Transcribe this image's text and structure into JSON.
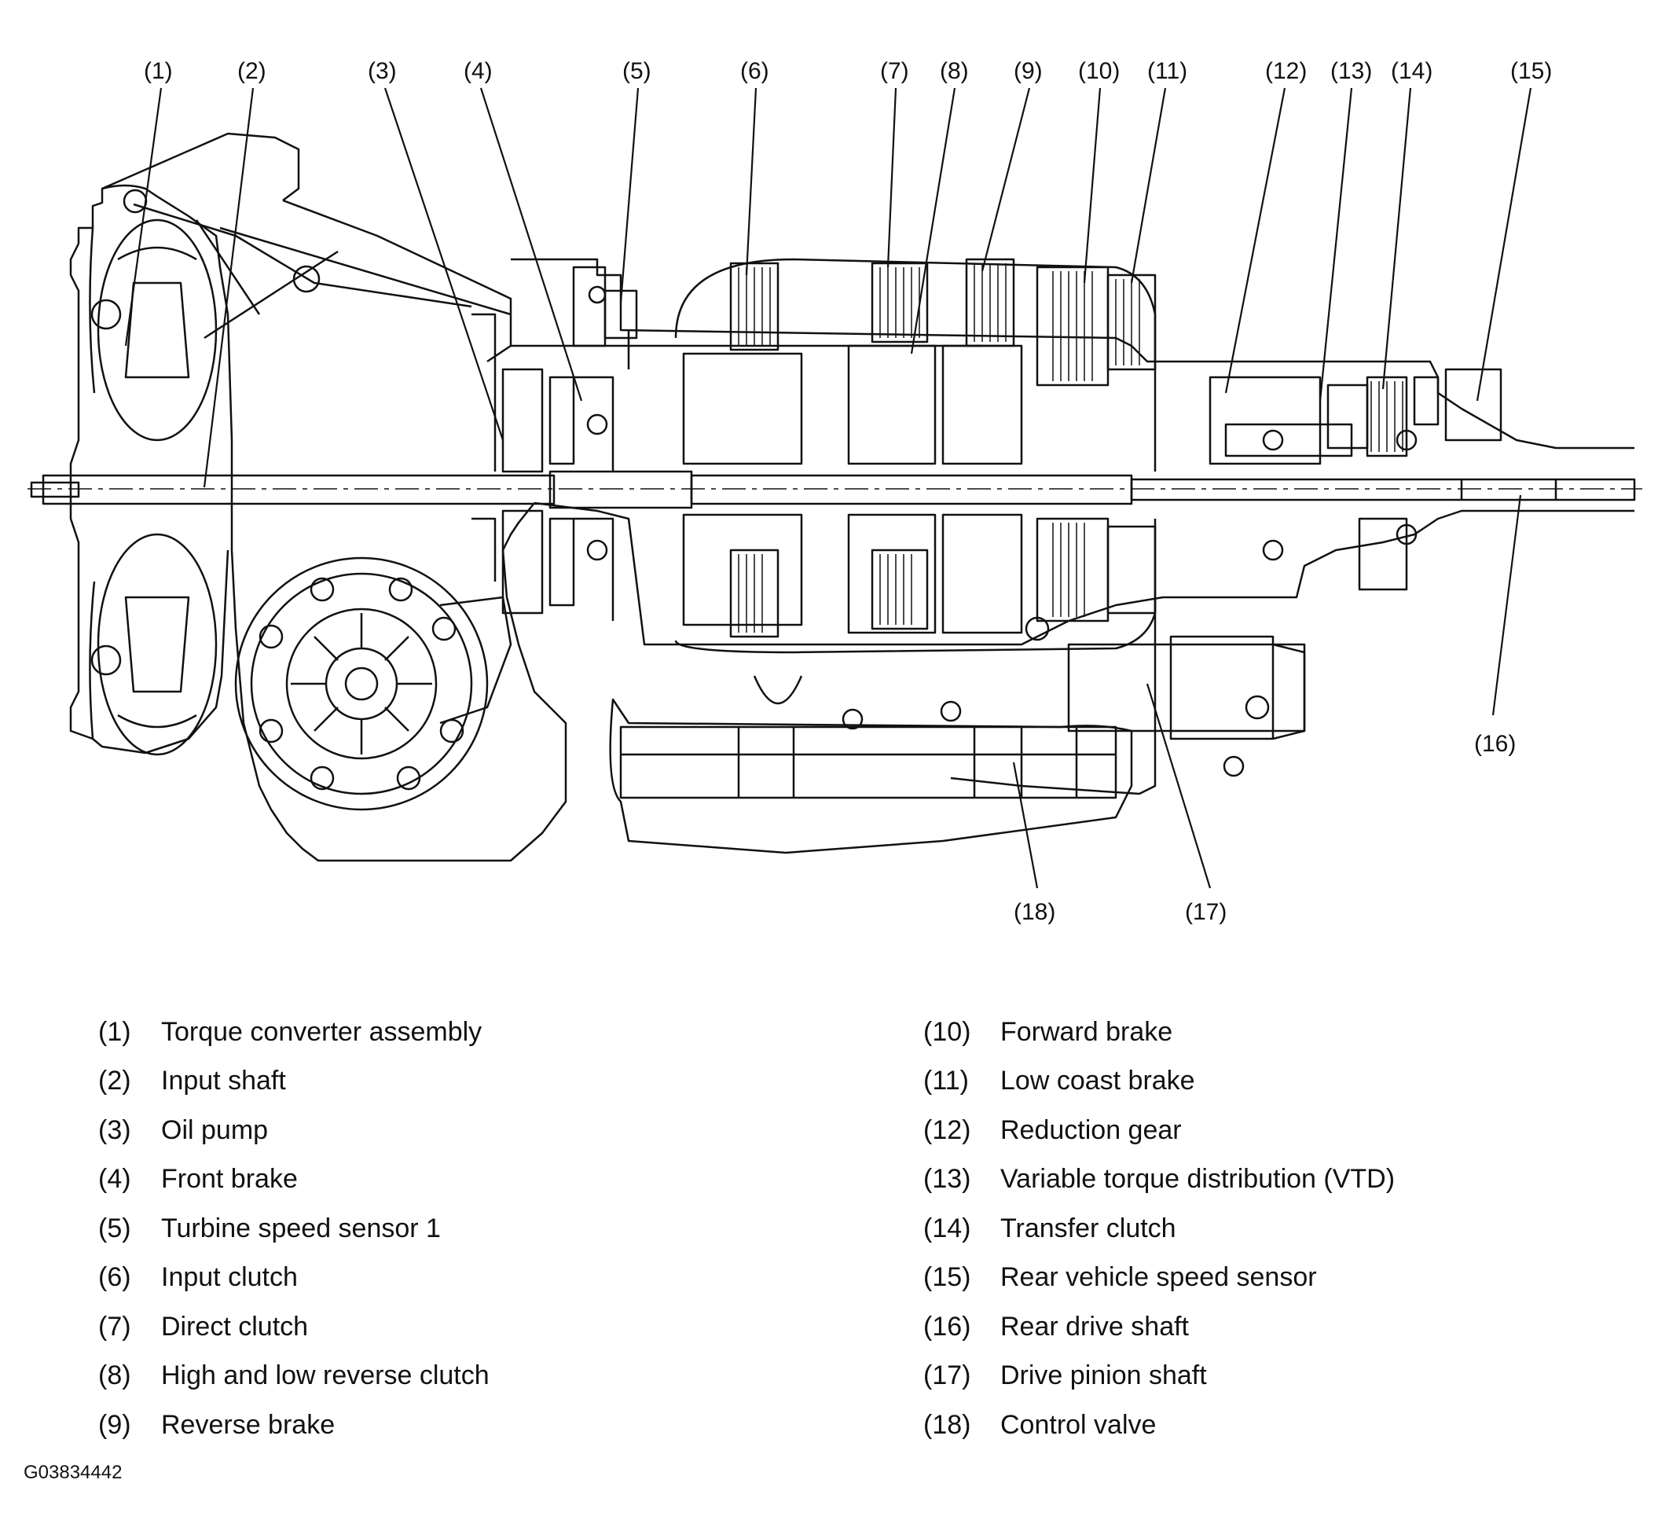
{
  "callouts": [
    "(1)",
    "(2)",
    "(3)",
    "(4)",
    "(5)",
    "(6)",
    "(7)",
    "(8)",
    "(9)",
    "(10)",
    "(11)",
    "(12)",
    "(13)",
    "(14)",
    "(15)",
    "(16)",
    "(17)",
    "(18)"
  ],
  "legend_left": [
    {
      "num": "(1)",
      "text": "Torque converter assembly"
    },
    {
      "num": "(2)",
      "text": "Input shaft"
    },
    {
      "num": "(3)",
      "text": "Oil pump"
    },
    {
      "num": "(4)",
      "text": "Front brake"
    },
    {
      "num": "(5)",
      "text": "Turbine speed sensor 1"
    },
    {
      "num": "(6)",
      "text": "Input clutch"
    },
    {
      "num": "(7)",
      "text": "Direct clutch"
    },
    {
      "num": "(8)",
      "text": "High and low reverse clutch"
    },
    {
      "num": "(9)",
      "text": "Reverse brake"
    }
  ],
  "legend_right": [
    {
      "num": "(10)",
      "text": "Forward brake"
    },
    {
      "num": "(11)",
      "text": "Low coast brake"
    },
    {
      "num": "(12)",
      "text": "Reduction gear"
    },
    {
      "num": "(13)",
      "text": "Variable torque distribution (VTD)"
    },
    {
      "num": "(14)",
      "text": "Transfer clutch"
    },
    {
      "num": "(15)",
      "text": "Rear vehicle speed sensor"
    },
    {
      "num": "(16)",
      "text": "Rear drive shaft"
    },
    {
      "num": "(17)",
      "text": "Drive pinion shaft"
    },
    {
      "num": "(18)",
      "text": "Control valve"
    }
  ],
  "figure_code": "G03834442"
}
